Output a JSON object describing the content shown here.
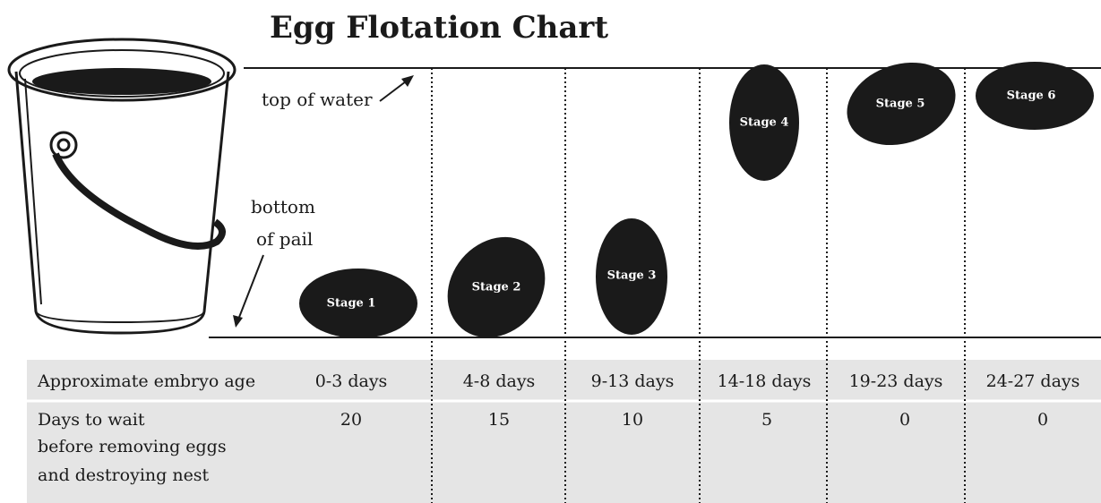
{
  "title": "Egg Flotation Chart",
  "labels": {
    "top_of_water": "top of water",
    "bottom_of_pail_line1": "bottom",
    "bottom_of_pail_line2": "of pail"
  },
  "table": {
    "row1_header": "Approximate embryo age",
    "row2_header_lines": [
      "Days to wait",
      "before removing eggs",
      "and destroying nest"
    ]
  },
  "stages": [
    {
      "label": "Stage 1",
      "age": "0-3 days",
      "wait": "20"
    },
    {
      "label": "Stage 2",
      "age": "4-8 days",
      "wait": "15"
    },
    {
      "label": "Stage 3",
      "age": "9-13 days",
      "wait": "10"
    },
    {
      "label": "Stage 4",
      "age": "14-18 days",
      "wait": "5"
    },
    {
      "label": "Stage 5",
      "age": "19-23 days",
      "wait": "0"
    },
    {
      "label": "Stage 6",
      "age": "24-27 days",
      "wait": "0"
    }
  ],
  "colors": {
    "egg": "#1a1a1a",
    "table_background": "#e5e5e5",
    "line": "#1a1a1a"
  }
}
